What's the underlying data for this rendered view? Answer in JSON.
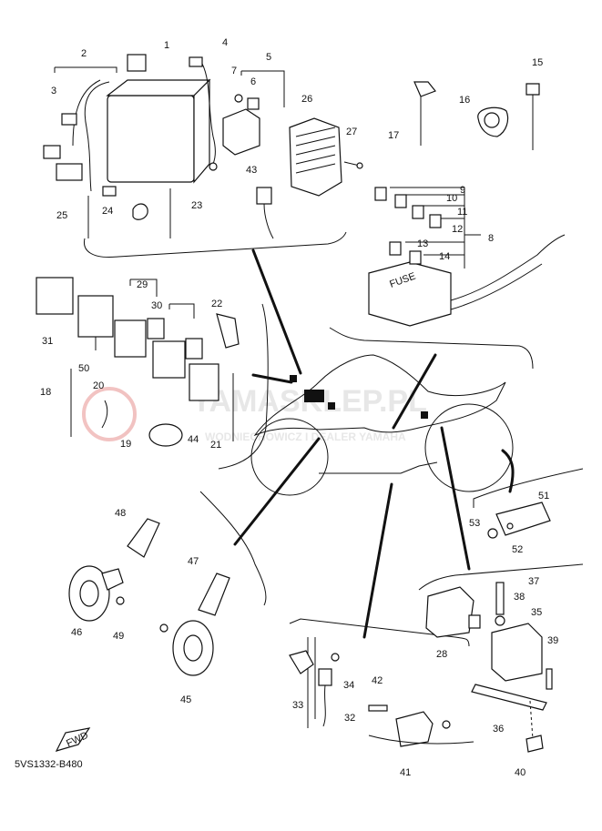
{
  "diagram": {
    "code": "5VS1332-B480",
    "fwd_label": "FWD",
    "fuse_label": "FUSE",
    "watermark": {
      "brand": "YAMASKLEP.PL",
      "sub": "WODNIECHOWICZ I DEALER YAMAHA"
    },
    "callouts": [
      "1",
      "2",
      "3",
      "4",
      "5",
      "6",
      "7",
      "15",
      "16",
      "17",
      "26",
      "27",
      "43",
      "9",
      "10",
      "11",
      "12",
      "8",
      "13",
      "14",
      "23",
      "24",
      "25",
      "31",
      "50",
      "29",
      "30",
      "22",
      "18",
      "20",
      "19",
      "44",
      "21",
      "48",
      "47",
      "46",
      "49",
      "45",
      "28",
      "37",
      "38",
      "35",
      "39",
      "36",
      "40",
      "33",
      "34",
      "32",
      "42",
      "41",
      "51",
      "53",
      "52"
    ]
  }
}
